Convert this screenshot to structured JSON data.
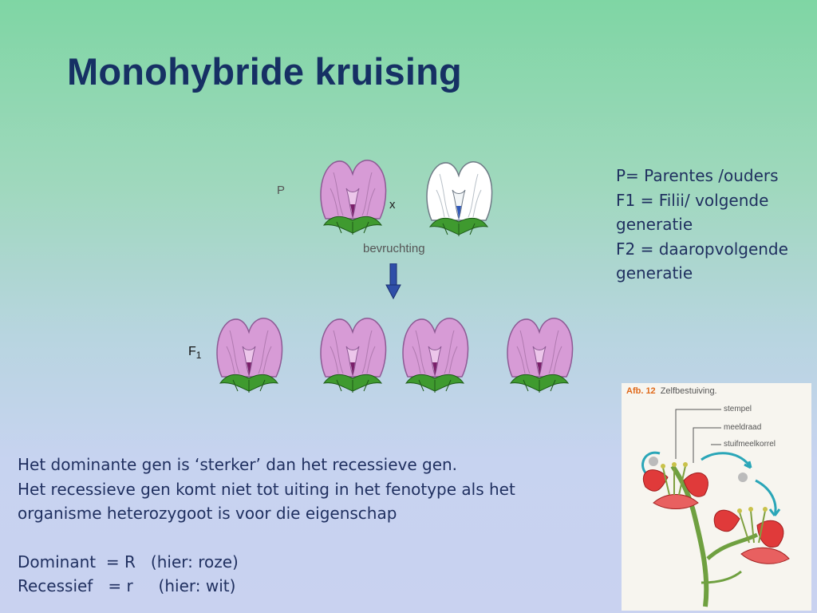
{
  "title": "Monohybride kruising",
  "diagram": {
    "p_label": "P",
    "cross_symbol": "x",
    "fertilization_label": "bevruchting",
    "f1_label": "F",
    "f1_subscript": "1",
    "colors": {
      "pink": "#d79bd6",
      "white": "#ffffff",
      "arrow": "#2f4fa8",
      "leaf": "#3f9a2f"
    }
  },
  "legend": [
    "P= Parentes /ouders",
    "F1 = Filii/ volgende",
    "generatie",
    "F2 = daaropvolgende",
    "generatie"
  ],
  "body": {
    "lines": [
      "Het dominante gen is ‘sterker’ dan het recessieve gen.",
      "Het recessieve gen komt niet tot uiting in het fenotype als het",
      "organisme heterozygoot is voor die eigenschap"
    ],
    "dominant": "Dominant  = R   (hier: roze)",
    "recessive": "Recessief   = r     (hier: wit)"
  },
  "figure": {
    "number": "Afb. 12",
    "caption": "Zelfbestuiving.",
    "labels": [
      "stempel",
      "meeldraad",
      "stuifmeelkorrel"
    ]
  }
}
